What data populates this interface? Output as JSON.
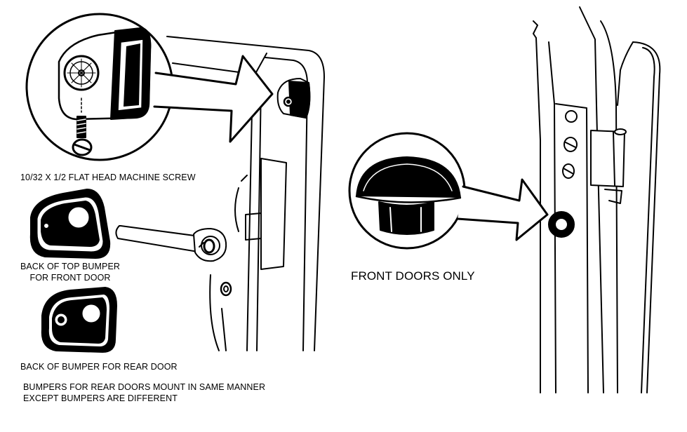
{
  "labels": {
    "screw": "10/32 X 1/2 FLAT HEAD MACHINE SCREW",
    "top_bumper": [
      "BACK OF TOP BUMPER",
      "FOR FRONT DOOR"
    ],
    "rear_bumper": "BACK OF BUMPER FOR REAR DOOR",
    "note": [
      "BUMPERS FOR REAR DOORS MOUNT IN SAME MANNER",
      "EXCEPT BUMPERS ARE DIFFERENT"
    ],
    "front_only": "FRONT DOORS ONLY"
  },
  "colors": {
    "ink": "#000000",
    "paper": "#ffffff"
  }
}
